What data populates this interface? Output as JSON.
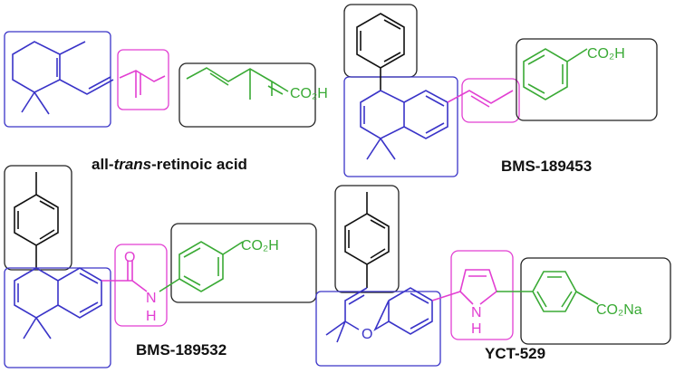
{
  "colors": {
    "blue": "#3a34c8",
    "magenta": "#e23fd2",
    "green": "#3aaa35",
    "black": "#111111",
    "box": "#222222"
  },
  "compounds": [
    {
      "caption_pre": "all-",
      "caption_italic": "trans",
      "caption_post": "-retinoic acid",
      "acid_group": "CO₂H"
    },
    {
      "caption": "BMS-189453",
      "acid_group": "CO₂H"
    },
    {
      "caption": "BMS-189532",
      "acid_group": "CO₂H",
      "oxygen": "O",
      "nh": "N",
      "nh_h": "H"
    },
    {
      "caption": "YCT-529",
      "acid_group": "CO₂Na",
      "oxygen": "O",
      "nh": "N",
      "nh_h": "H"
    }
  ]
}
